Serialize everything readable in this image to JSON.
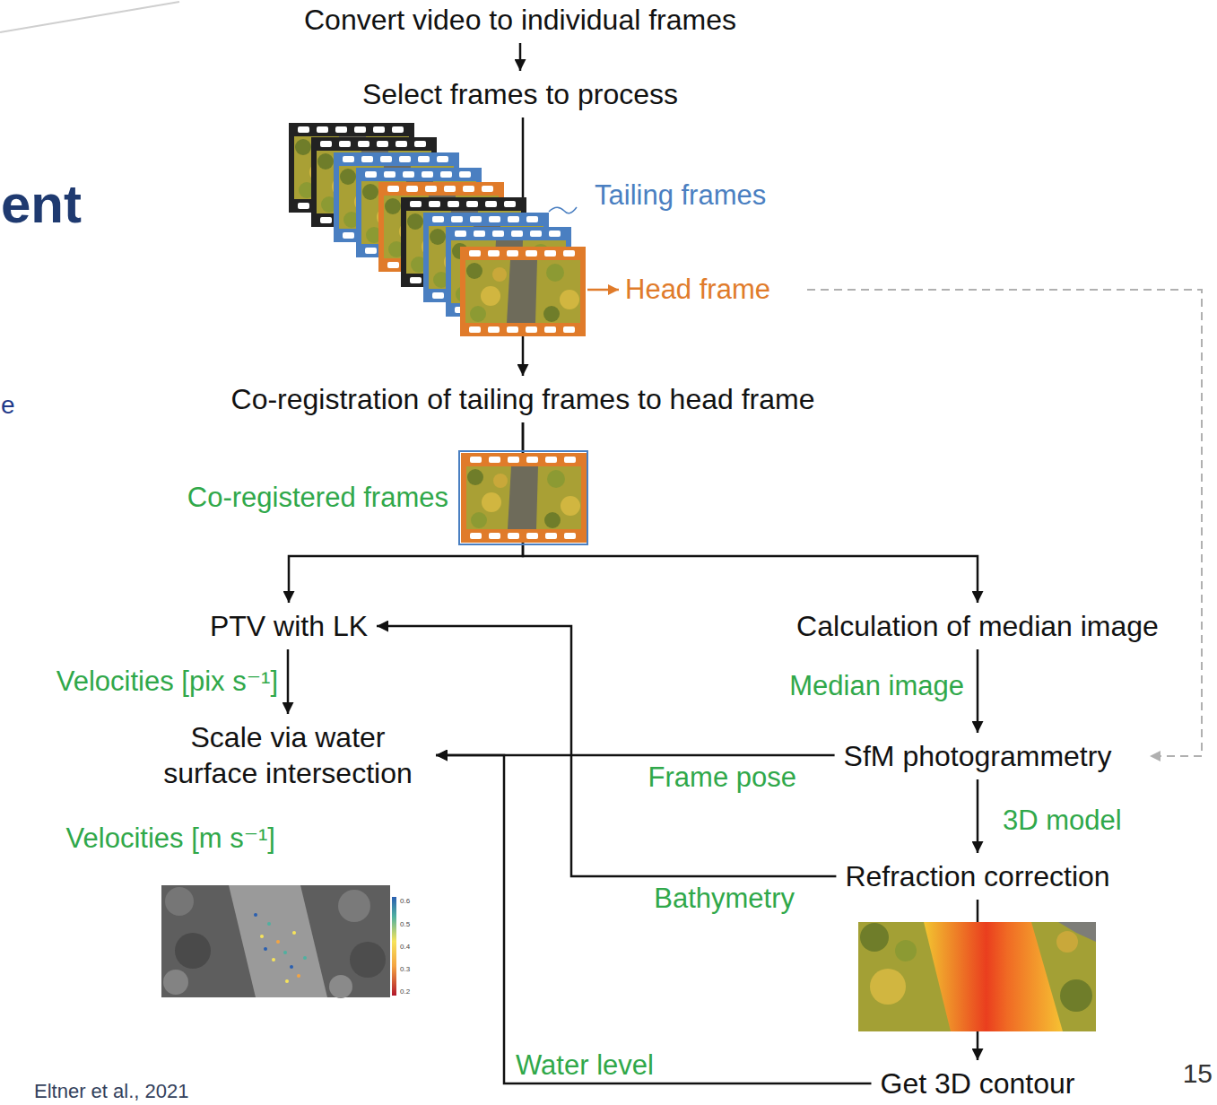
{
  "diagram": {
    "title": "ent",
    "nodes": [
      {
        "text": [
          "Convert video to individual frames"
        ]
      },
      {
        "text": [
          "Select frames to process"
        ]
      },
      {
        "text": [
          "Co-registration of tailing frames to head frame"
        ]
      },
      {
        "text": [
          "PTV with LK"
        ]
      },
      {
        "text": [
          "Calculation of median image"
        ]
      },
      {
        "text": [
          "Scale via water surface intersection"
        ]
      },
      {
        "text": [
          "SfM photogrammetry"
        ]
      },
      {
        "text": [
          "Refraction correction"
        ]
      },
      {
        "text": [
          "Get 3D contour"
        ]
      }
    ],
    "edges": [
      {
        "from": 0,
        "to": 1,
        "arrow": "to"
      },
      {
        "from": 1,
        "to": 2,
        "arrow": "to"
      },
      {
        "from": 2,
        "to": 3,
        "arrow": "to"
      },
      {
        "from": 2,
        "to": 4,
        "arrow": "to"
      },
      {
        "from": 3,
        "to": 5,
        "label": "Velocities [pix s⁻¹]",
        "arrow": "to"
      },
      {
        "from": 4,
        "to": 6,
        "label": "Median image",
        "arrow": "to"
      },
      {
        "from": 6,
        "to": 7,
        "label": "3D model",
        "arrow": "to"
      },
      {
        "from": 6,
        "to": 5,
        "label": "Frame pose",
        "arrow": "to"
      },
      {
        "from": 7,
        "to": 3,
        "label": "Bathymetry",
        "arrow": "to"
      },
      {
        "from": 7,
        "to": 8,
        "arrow": "to"
      },
      {
        "from": 8,
        "to": 5,
        "label": "Water level",
        "arrow": "to"
      }
    ],
    "labels": [
      "e",
      "Tailing frames",
      "Head frame",
      "Co-registered frames",
      "Velocities [m s⁻¹]",
      "0.6",
      "0.5",
      "0.4",
      "0.3",
      "0.2",
      "Eltner et al., 2021",
      "15"
    ]
  }
}
